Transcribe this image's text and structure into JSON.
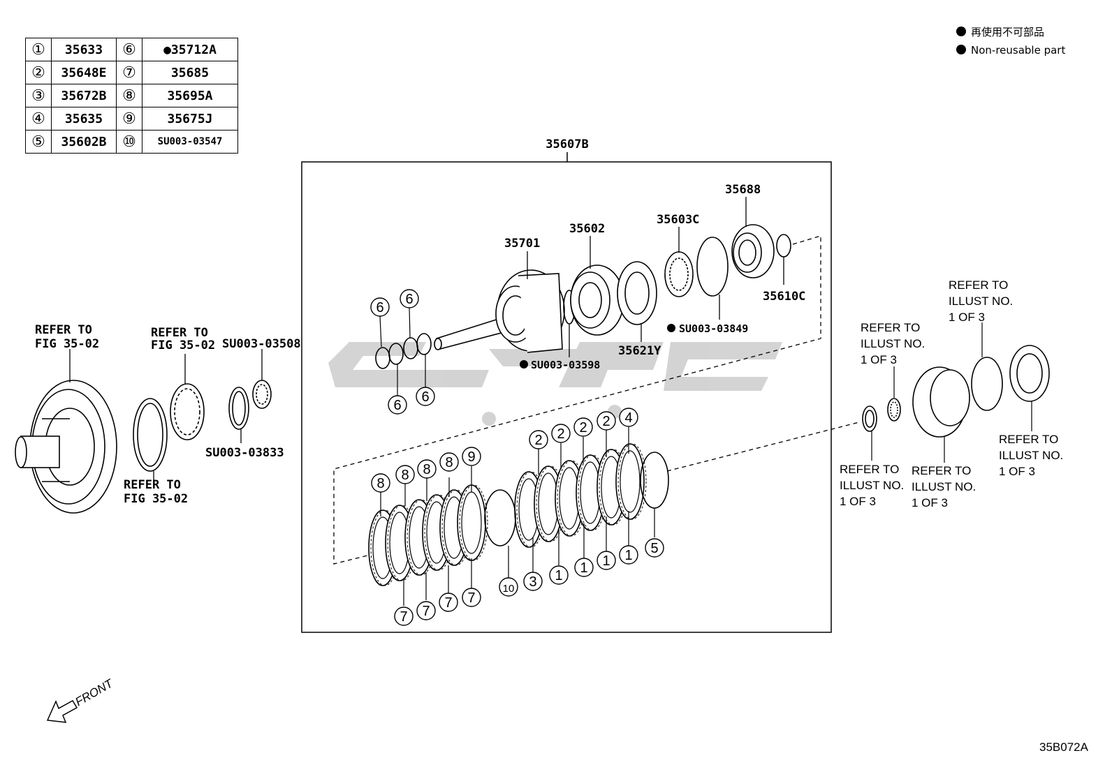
{
  "legend": {
    "jp": "再使用不可部品",
    "en": "Non-reusable part"
  },
  "parts_table": [
    {
      "num": "①",
      "part": "35633",
      "num2": "⑥",
      "part2": "35712A",
      "part2_nonreusable": true
    },
    {
      "num": "②",
      "part": "35648E",
      "num2": "⑦",
      "part2": "35685",
      "part2_nonreusable": false
    },
    {
      "num": "③",
      "part": "35672B",
      "num2": "⑧",
      "part2": "35695A",
      "part2_nonreusable": false
    },
    {
      "num": "④",
      "part": "35635",
      "num2": "⑨",
      "part2": "35675J",
      "part2_nonreusable": false
    },
    {
      "num": "⑤",
      "part": "35602B",
      "num2": "⑩",
      "part2": "SU003-03547",
      "part2_nonreusable": false
    }
  ],
  "labels": {
    "assembly": "35607B",
    "p35701": "35701",
    "p35602": "35602",
    "p35603c": "35603C",
    "p35688": "35688",
    "p35610c": "35610C",
    "p35621y": "35621Y",
    "su03849": "SU003-03849",
    "su03598": "SU003-03598",
    "su03508": "SU003-03508",
    "su03833": "SU003-03833",
    "refer_fig_1a": "REFER TO",
    "refer_fig_1b": "FIG 35-02",
    "refer_fig_2a": "REFER TO",
    "refer_fig_2b": "FIG 35-02",
    "refer_fig_3a": "REFER TO",
    "refer_fig_3b": "FIG 35-02",
    "refer_illust": [
      "REFER TO",
      "ILLUST NO.",
      "1 OF 3"
    ],
    "front": "FRONT",
    "figure_code": "35B072A"
  },
  "callouts": {
    "c1": "1",
    "c2": "2",
    "c3": "3",
    "c4": "4",
    "c5": "5",
    "c6": "6",
    "c7": "7",
    "c8": "8",
    "c9": "9",
    "c10": "10"
  }
}
